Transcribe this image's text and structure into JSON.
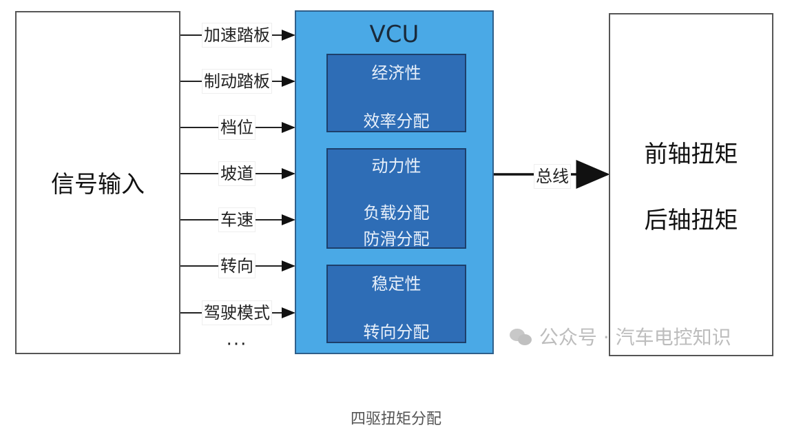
{
  "input_block": {
    "title": "信号输入"
  },
  "signals": [
    {
      "label": "加速踏板"
    },
    {
      "label": "制动踏板"
    },
    {
      "label": "档位"
    },
    {
      "label": "坡道"
    },
    {
      "label": "车速"
    },
    {
      "label": "转向"
    },
    {
      "label": "驾驶模式"
    }
  ],
  "signals_more": "···",
  "vcu": {
    "title": "VCU",
    "modules": [
      {
        "title": "经济性",
        "items": [
          "效率分配"
        ]
      },
      {
        "title": "动力性",
        "items": [
          "负载分配",
          "防滑分配"
        ]
      },
      {
        "title": "稳定性",
        "items": [
          "转向分配"
        ]
      }
    ]
  },
  "bus": {
    "label": "总线"
  },
  "output_block": {
    "lines": [
      "前轴扭矩",
      "后轴扭矩"
    ]
  },
  "watermark": "公众号 · 汽车电控知识",
  "caption": "四驱扭矩分配",
  "colors": {
    "vcu_fill": "#4aa9e6",
    "module_fill": "#2e6db6",
    "module_text": "#e8f0fa"
  }
}
